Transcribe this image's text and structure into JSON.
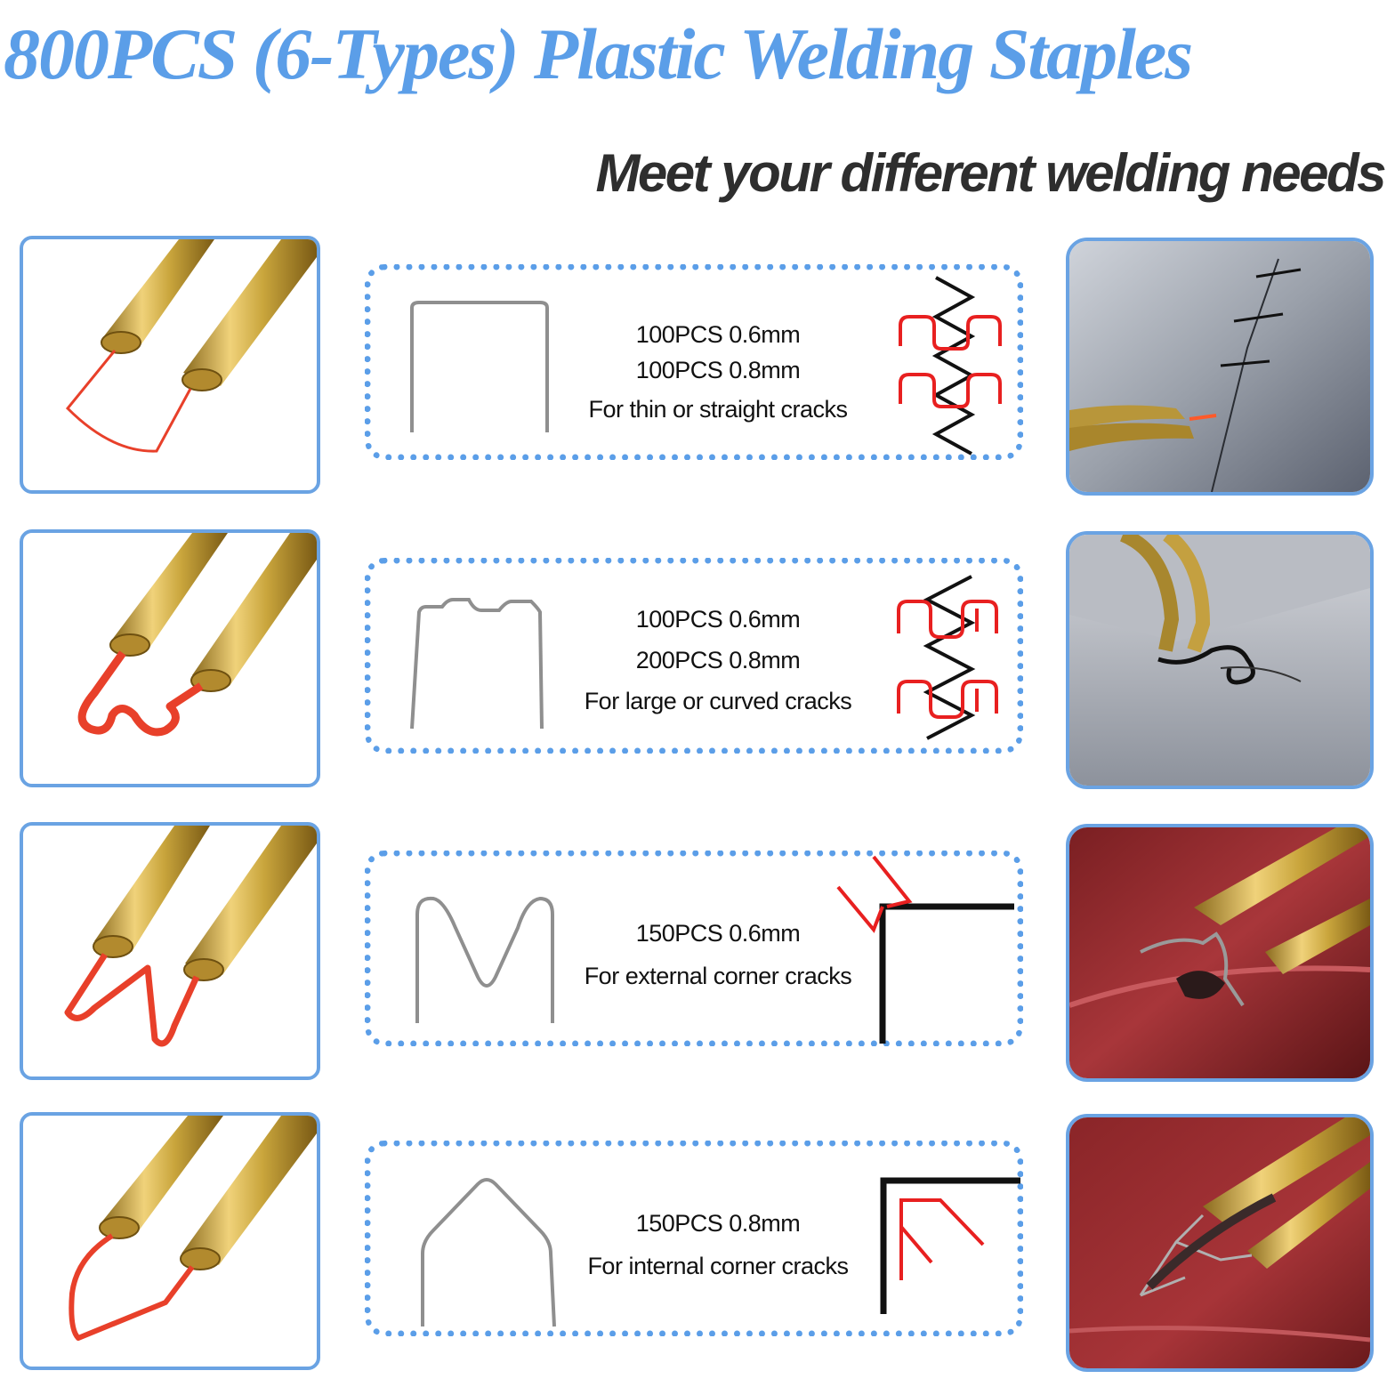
{
  "header": {
    "title": "800PCS (6-Types) Plastic Welding Staples",
    "subtitle": "Meet your different welding needs"
  },
  "colors": {
    "accent_blue": "#5b9ee8",
    "frame_blue": "#6aa3e3",
    "wire_red": "#e8402a",
    "brass": "#c9a53c"
  },
  "rows": [
    {
      "lines": [
        "100PCS 0.6mm",
        "100PCS 0.8mm",
        "For thin or straight cracks"
      ],
      "staple": "flat-staple",
      "diagram": "straight-crack-zigzag"
    },
    {
      "lines": [
        "100PCS 0.6mm",
        "200PCS 0.8mm",
        "For large or curved cracks"
      ],
      "staple": "wave-staple",
      "diagram": "curved-crack-zigzag"
    },
    {
      "lines": [
        "150PCS  0.6mm",
        "For external corner cracks"
      ],
      "staple": "m-staple",
      "diagram": "external-corner"
    },
    {
      "lines": [
        "150PCS 0.8mm",
        "For internal corner cracks"
      ],
      "staple": "v-staple",
      "diagram": "internal-corner"
    }
  ]
}
